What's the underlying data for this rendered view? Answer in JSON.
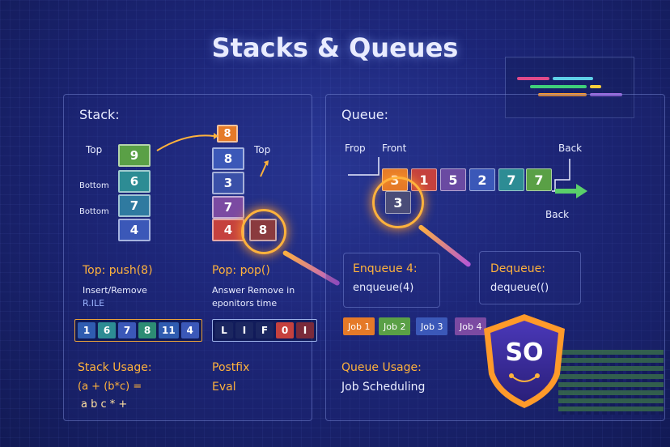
{
  "title": "Stacks & Queues",
  "colors": {
    "accent": "#ffb23c",
    "bg": "#1c2577",
    "panel_border": "#a0b4ff"
  },
  "stack": {
    "heading": "Stack:",
    "top_label": "Top",
    "bottom_label_1": "Bottom",
    "bottom_label_2": "Bottom",
    "col1": [
      "9",
      "6",
      "7",
      "4"
    ],
    "col2": [
      "8",
      "3",
      "7",
      "4"
    ],
    "floating": "8",
    "popped": "8",
    "top_label_2": "Top",
    "push_title": "Top:  push(8)",
    "push_desc": "Insert/Remove",
    "push_sub": "R.ILE",
    "pop_title": "Pop:  pop()",
    "pop_desc": "Answer Remove in",
    "pop_sub": "eponitors time",
    "row1": [
      "1",
      "6",
      "7",
      "8",
      "11",
      "4"
    ],
    "row2": [
      "L",
      "I",
      "F",
      "0",
      "I"
    ],
    "usage_title": "Stack Usage:",
    "usage_expr": "(a + (b*c) =",
    "usage_tokens": "a  b  c  *  +",
    "postfix_title": "Postfix",
    "postfix_sub": "Eval"
  },
  "queue": {
    "heading": "Queue:",
    "frop_label": "Frop",
    "front_label": "Front",
    "back_label_top": "Back",
    "back_label_bottom": "Back",
    "items": [
      "3",
      "1",
      "5",
      "2",
      "7",
      "7"
    ],
    "magnified": "3",
    "enqueue_title": "Enqueue 4:",
    "enqueue_code": "enqueue(4)",
    "dequeue_title": "Dequeue:",
    "dequeue_code": "dequeue(()",
    "jobs": [
      "Job 1",
      "Job 2",
      "Job 3",
      "Job 4"
    ],
    "usage_title": "Queue Usage:",
    "usage_sub": "Job Scheduling"
  },
  "badge": {
    "text": "SO"
  }
}
